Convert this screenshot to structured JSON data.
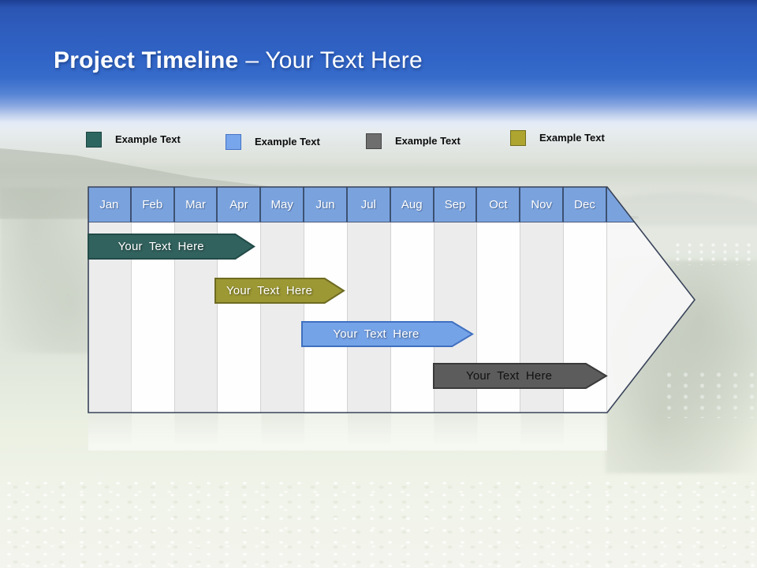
{
  "slide": {
    "title_bold": "Project Timeline",
    "title_rest": "– Your Text Here"
  },
  "legend": {
    "items": [
      {
        "label": "Example Text",
        "color": "#2D6661",
        "border": "#1C4540"
      },
      {
        "label": "Example Text",
        "color": "#78A6EC",
        "border": "#4472C4"
      },
      {
        "label": "Example Text",
        "color": "#6E6E6E",
        "border": "#454545"
      },
      {
        "label": "Example Text",
        "color": "#ADA52F",
        "border": "#736E1E"
      }
    ]
  },
  "timeline": {
    "months": [
      "Jan",
      "Feb",
      "Mar",
      "Apr",
      "May",
      "Jun",
      "Jul",
      "Aug",
      "Sep",
      "Oct",
      "Nov",
      "Dec"
    ],
    "header_fill": "#7AA3DE",
    "bars": [
      {
        "label": "Your Text Here",
        "fill": "#32625E",
        "border": "#224B48",
        "text_color": "#FFFFFF",
        "start": 0.0,
        "end": 3.4,
        "tip": 3.85
      },
      {
        "label": "Your Text Here",
        "fill": "#9C9834",
        "border": "#6E6B22",
        "text_color": "#FFFFFF",
        "start": 2.94,
        "end": 5.47,
        "tip": 5.93
      },
      {
        "label": "Your Text Here",
        "fill": "#75A3E8",
        "border": "#4070C0",
        "text_color": "#FFFFFF",
        "start": 4.94,
        "end": 8.41,
        "tip": 8.9
      },
      {
        "label": "Your Text Here",
        "fill": "#5C5C5C",
        "border": "#3A3A3A",
        "text_color": "#111111",
        "start": 7.99,
        "end": 11.51,
        "tip": 12.0
      }
    ]
  }
}
